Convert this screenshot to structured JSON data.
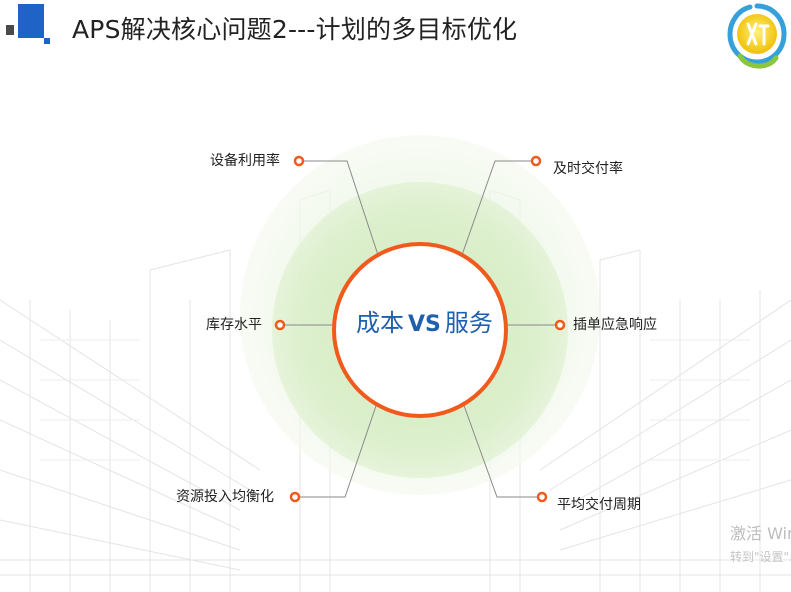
{
  "header": {
    "title": "APS解决核心问题2---计划的多目标优化"
  },
  "diagram": {
    "center": {
      "left": "成本",
      "vs": "VS",
      "right": "服务"
    },
    "nodes": {
      "equipment_utilization": "设备利用率",
      "inventory_level": "库存水平",
      "resource_balance": "资源投入均衡化",
      "on_time_delivery": "及时交付率",
      "rush_order_response": "插单应急响应",
      "avg_delivery_cycle": "平均交付周期"
    },
    "colors": {
      "accent_orange": "#f05a1c",
      "center_text_blue": "#1f5fae",
      "glow_green": "#cfe9b9"
    }
  },
  "watermark": {
    "line1": "激活 Wir",
    "line2": "转到\"设置\"以"
  }
}
